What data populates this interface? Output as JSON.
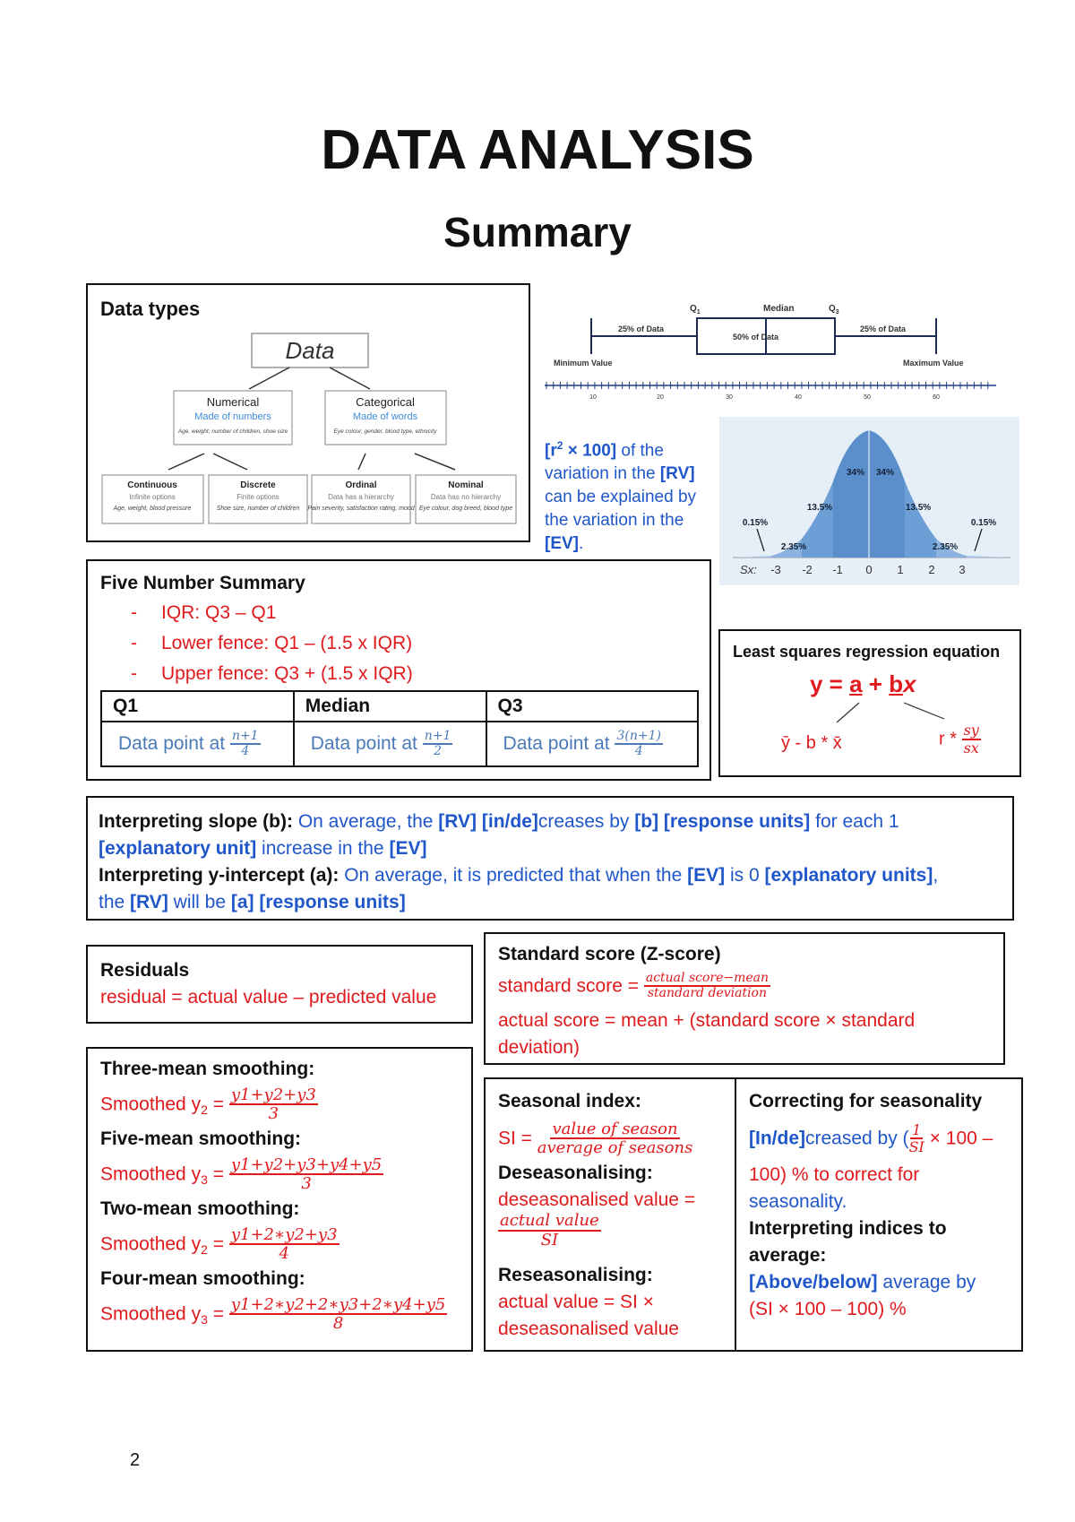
{
  "page": {
    "title": "DATA ANALYSIS",
    "subtitle": "Summary",
    "page_number": "2"
  },
  "data_types": {
    "heading": "Data types",
    "root": "Data",
    "numerical": {
      "label": "Numerical",
      "sub": "Made of numbers",
      "examples": "Age, weight, number of children, shoe size"
    },
    "categorical": {
      "label": "Categorical",
      "sub": "Made of words",
      "examples": "Eye colour, gender, blood type, ethnicity"
    },
    "continuous": {
      "label": "Continuous",
      "sub": "Infinite options",
      "examples": "Age, weight, blood pressure"
    },
    "discrete": {
      "label": "Discrete",
      "sub": "Finite options",
      "examples": "Shoe size, number of children"
    },
    "ordinal": {
      "label": "Ordinal",
      "sub": "Data has a hierarchy",
      "examples": "Pain severity, satisfaction rating, mood"
    },
    "nominal": {
      "label": "Nominal",
      "sub": "Data has no hierarchy",
      "examples": "Eye colour, dog breed, blood type"
    }
  },
  "boxplot": {
    "q1": "Q",
    "q1_sub": "1",
    "median": "Median",
    "q3": "Q",
    "q3_sub": "3",
    "left_whisker": "25% of Data",
    "box": "50% of Data",
    "right_whisker": "25% of Data",
    "min": "Minimum Value",
    "max": "Maximum Value",
    "ticks": [
      "10",
      "20",
      "30",
      "40",
      "50",
      "60"
    ]
  },
  "r_squared": {
    "p1": "[r",
    "p1_sup": "2",
    "p1b": " × 100]",
    "p2": " of the",
    "l2": "variation in the ",
    "l2b": "[RV]",
    "l3": "can be explained by",
    "l4": "the variation in the",
    "l5": "[EV]",
    "l5b": "."
  },
  "normal_curve": {
    "labels": [
      "34%",
      "34%",
      "13.5%",
      "13.5%",
      "2.35%",
      "2.35%",
      "0.15%",
      "0.15%"
    ],
    "sx_label": "Sx:",
    "ticks": [
      "-3",
      "-2",
      "-1",
      "0",
      "1",
      "2",
      "3"
    ]
  },
  "five_number": {
    "heading": "Five Number Summary",
    "bullet": "-",
    "items": [
      "IQR: Q3 – Q1",
      "Lower fence: Q1 – (1.5 x IQR)",
      "Upper fence: Q3 + (1.5 x IQR)"
    ],
    "headers": [
      "Q1",
      "Median",
      "Q3"
    ],
    "cells": [
      {
        "text": "Data point at",
        "num": "n+1",
        "den": "4"
      },
      {
        "text": "Data point at",
        "num": "n+1",
        "den": "2"
      },
      {
        "text": "Data point at",
        "num": "3(n+1)",
        "den": "4"
      }
    ]
  },
  "regression": {
    "heading": "Least squares regression equation",
    "eq_y": "y = ",
    "eq_a": "a",
    "eq_plus": " + ",
    "eq_b": "b",
    "eq_x": "x",
    "a_formula": "ȳ - b * x̄",
    "r_prefix": "r * ",
    "r_num": "sy",
    "r_den": "sx"
  },
  "interpret": {
    "slope_label": "Interpreting slope (b): ",
    "slope_1": "On average, the ",
    "slope_rv": "[RV] [in/de]",
    "slope_2": "creases by ",
    "slope_b": "[b] [response units]",
    "slope_3": " for each 1",
    "slope_eu": "[explanatory unit]",
    "slope_4": " increase in the ",
    "slope_ev": "[EV]",
    "int_label": "Interpreting y-intercept (a): ",
    "int_1": "On average, it is predicted that when the ",
    "int_ev": "[EV]",
    "int_2": " is 0 ",
    "int_eu": "[explanatory units]",
    "int_3": ",",
    "int_4": "the ",
    "int_rv": "[RV]",
    "int_5": " will be ",
    "int_a": "[a] [response units]"
  },
  "residuals": {
    "heading": "Residuals",
    "formula": "residual = actual value – predicted value"
  },
  "zscore": {
    "heading": "Standard score (Z-score)",
    "l1": "standard score = ",
    "num": "actual score−mean",
    "den": "standard deviation",
    "l2": "actual score = mean + (standard score × standard",
    "l3": "deviation)"
  },
  "smoothing": {
    "three_h": "Three-mean smoothing:",
    "three_lbl": "Smoothed y",
    "three_sub": "2",
    "three_num": "y1+y2+y3",
    "three_den": "3",
    "five_h": "Five-mean smoothing:",
    "five_lbl": "Smoothed y",
    "five_sub": "3",
    "five_num": "y1+y2+y3+y4+y5",
    "five_den": "3",
    "two_h": "Two-mean smoothing:",
    "two_lbl": "Smoothed y",
    "two_sub": "2",
    "two_num": "y1+2∗y2+y3",
    "two_den": "4",
    "four_h": "Four-mean smoothing:",
    "four_lbl": "Smoothed y",
    "four_sub": "3",
    "four_num": "y1+2∗y2+2∗y3+2∗y4+y5",
    "four_den": "8",
    "eq": " ="
  },
  "seasonal": {
    "si_h": "Seasonal index:",
    "si_lbl": "SI = ",
    "si_num": "value of season",
    "si_den": "average of seasons",
    "des_h": "Deseasonalising:",
    "des_l1": "deseasonalised value =",
    "des_num": "actual value",
    "des_den": "SI",
    "res_h": "Reseasonalising:",
    "res_l1": "actual value = SI ×",
    "res_l2": "deseasonalised value"
  },
  "correcting": {
    "h": "Correcting for seasonality",
    "l1a": "[In/de]",
    "l1b": "creased by (",
    "l1_num": "1",
    "l1_den": "SI",
    "l1c": " × 100 –",
    "l2": "100) % to correct for",
    "l3": "seasonality.",
    "h2a": "Interpreting indices to",
    "h2b": "average:",
    "l4a": "[Above/below]",
    "l4b": " average by",
    "l5": "(SI × 100 – 100) %"
  }
}
